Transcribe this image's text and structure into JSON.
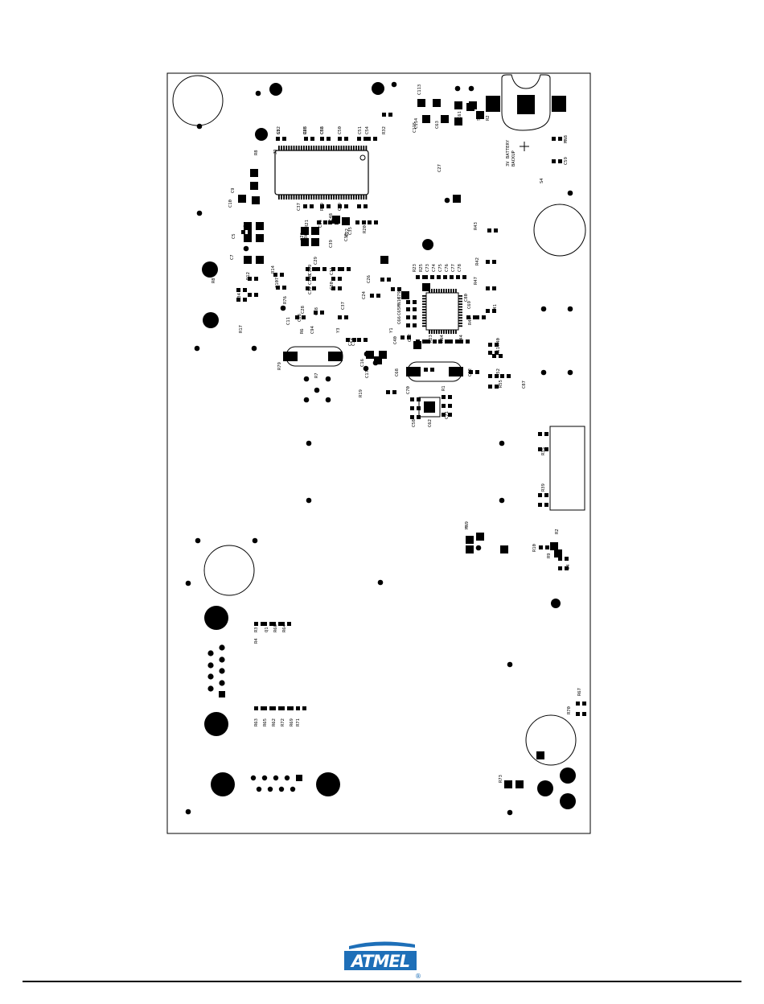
{
  "brand": {
    "logo_text": "ATMEL",
    "logo_color": "#1e6fb8",
    "registered": "®"
  },
  "board": {
    "battery_label_1": "3V BATTERY",
    "battery_label_2": "BACKUP",
    "rotated_labels": [
      "C52",
      "R28",
      "C53",
      "C50",
      "C51",
      "C54",
      "R32",
      "C113",
      "C114",
      "C63",
      "C61",
      "C115",
      "S3",
      "R2",
      "J9",
      "MN8",
      "C59",
      "C37",
      "R29",
      "C49",
      "C48",
      "R20",
      "R21",
      "C33",
      "C35",
      "C22",
      "C23",
      "C39",
      "C36",
      "C30",
      "C27",
      "S4",
      "R8",
      "C9",
      "C10",
      "C5",
      "C7",
      "R8",
      "R12",
      "R14",
      "C107",
      "R76",
      "C34",
      "R17",
      "C29",
      "C109",
      "C108",
      "C32",
      "C31",
      "C30",
      "C28",
      "C38",
      "C37",
      "C25",
      "C24",
      "C26",
      "R23",
      "R25",
      "C73",
      "C74",
      "C75",
      "C76",
      "C77",
      "C78",
      "C80",
      "C79",
      "MN10",
      "C69",
      "C65",
      "C66",
      "R49",
      "R42",
      "R43",
      "R47",
      "R41",
      "R40",
      "R51",
      "R52",
      "R55",
      "C87",
      "C88",
      "R6",
      "C94",
      "C11",
      "C17",
      "C16",
      "R19",
      "C12",
      "C40",
      "C82",
      "R23",
      "MN4",
      "R44",
      "C68",
      "C72",
      "C71",
      "C70",
      "C58",
      "C62",
      "R35",
      "R39",
      "MN9",
      "R10",
      "R9",
      "C4",
      "R2",
      "R4",
      "R3",
      "Q1",
      "R68",
      "R64",
      "R63",
      "R65",
      "R62",
      "R72",
      "R69",
      "R71",
      "R67",
      "R70",
      "R73",
      "R7",
      "R1",
      "R79",
      "Y1",
      "Y3",
      "S2",
      "C85",
      "C86"
    ]
  }
}
